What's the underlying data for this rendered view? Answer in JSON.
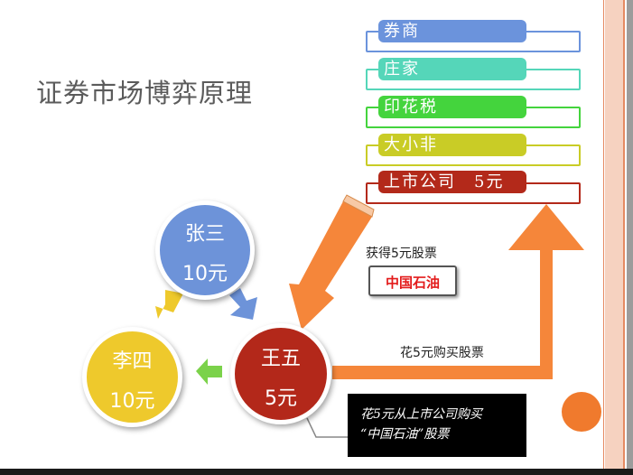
{
  "title": "证券市场博弈原理",
  "stack": [
    {
      "label": "券商",
      "color": "#6b93dc"
    },
    {
      "label": "庄家",
      "color": "#55d6b9"
    },
    {
      "label": "印花税",
      "color": "#44d43d"
    },
    {
      "label": "大小非",
      "color": "#c9cc26"
    },
    {
      "label": "上市公司　5元",
      "color": "#b3291a"
    }
  ],
  "players": {
    "zhang": {
      "name": "张三",
      "amount": "10元",
      "color": "#6d93d9"
    },
    "li": {
      "name": "李四",
      "amount": "10元",
      "color": "#eec92c"
    },
    "wang": {
      "name": "王五",
      "amount": "5元",
      "color": "#b3281a"
    }
  },
  "arrows": {
    "orange": "#f5863a",
    "blue": "#6d93d9",
    "yellow": "#eec92c",
    "green": "#7bd24a"
  },
  "labels": {
    "get_stock": "获得5元股票",
    "stock_name": "中国石油",
    "buy_stock": "花5元购买股票"
  },
  "note": {
    "line1": "花5元从上市公司购买",
    "line2": "“中国石油”股票"
  }
}
